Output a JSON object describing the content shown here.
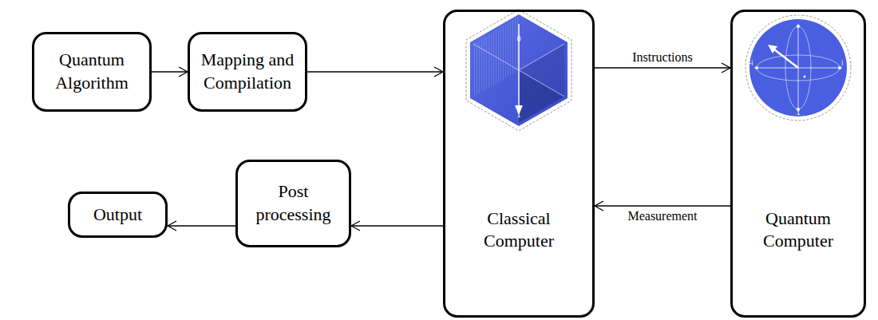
{
  "diagram": {
    "nodes": [
      {
        "text": [
          "Quantum Algorithm"
        ]
      },
      {
        "text": [
          "Mapping and Compilation"
        ]
      },
      {
        "text": [
          "Classical Computer"
        ]
      },
      {
        "text": [
          "Quantum Computer"
        ]
      },
      {
        "text": [
          "Post processing"
        ]
      },
      {
        "text": [
          "Output"
        ]
      }
    ],
    "edges": [
      {
        "from": 0,
        "to": 1,
        "arrow": "to"
      },
      {
        "from": 1,
        "to": 2,
        "arrow": "to"
      },
      {
        "from": 2,
        "to": 3,
        "label": "Instructions",
        "arrow": "to"
      },
      {
        "from": 3,
        "to": 2,
        "label": "Measurement",
        "arrow": "to"
      },
      {
        "from": 2,
        "to": 4,
        "arrow": "to"
      },
      {
        "from": 4,
        "to": 5,
        "arrow": "to"
      }
    ],
    "labels": [
      "0",
      "1",
      "0",
      "-i",
      "i",
      "1"
    ]
  }
}
